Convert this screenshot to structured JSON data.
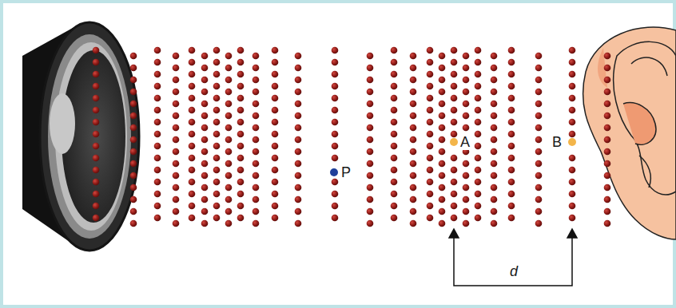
{
  "diagram": {
    "labels": [
      "P",
      "A",
      "B",
      "d"
    ]
  }
}
